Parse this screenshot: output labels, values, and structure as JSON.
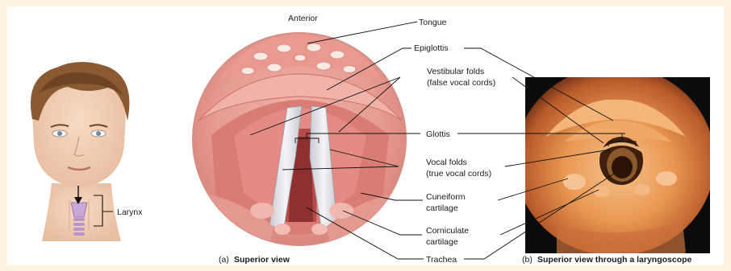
{
  "labels": {
    "anterior": "Anterior",
    "tongue": "Tongue",
    "epiglottis": "Epiglottis",
    "vestibular_folds_1": "Vestibular folds",
    "vestibular_folds_2": "(false vocal cords)",
    "glottis": "Glottis",
    "vocal_folds_1": "Vocal folds",
    "vocal_folds_2": "(true vocal cords)",
    "cuneiform_1": "Cuneiform",
    "cuneiform_2": "cartilage",
    "corniculate_1": "Corniculate",
    "corniculate_2": "cartilage",
    "trachea": "Trachea",
    "larynx": "Larynx"
  },
  "captions": {
    "a_prefix": "(a)",
    "a_title": "Superior view",
    "b_prefix": "(b)",
    "b_title": "Superior view through a laryngoscope"
  },
  "colors": {
    "background": "#fdf2df",
    "panel": "#ffffff",
    "tissue_pink": "#e9a39a",
    "tissue_dark": "#c9675f",
    "vocal_fold": "#e8e8ee",
    "photo_bg": "#0b0b0b",
    "photo_tissue": "#e78e4e"
  }
}
